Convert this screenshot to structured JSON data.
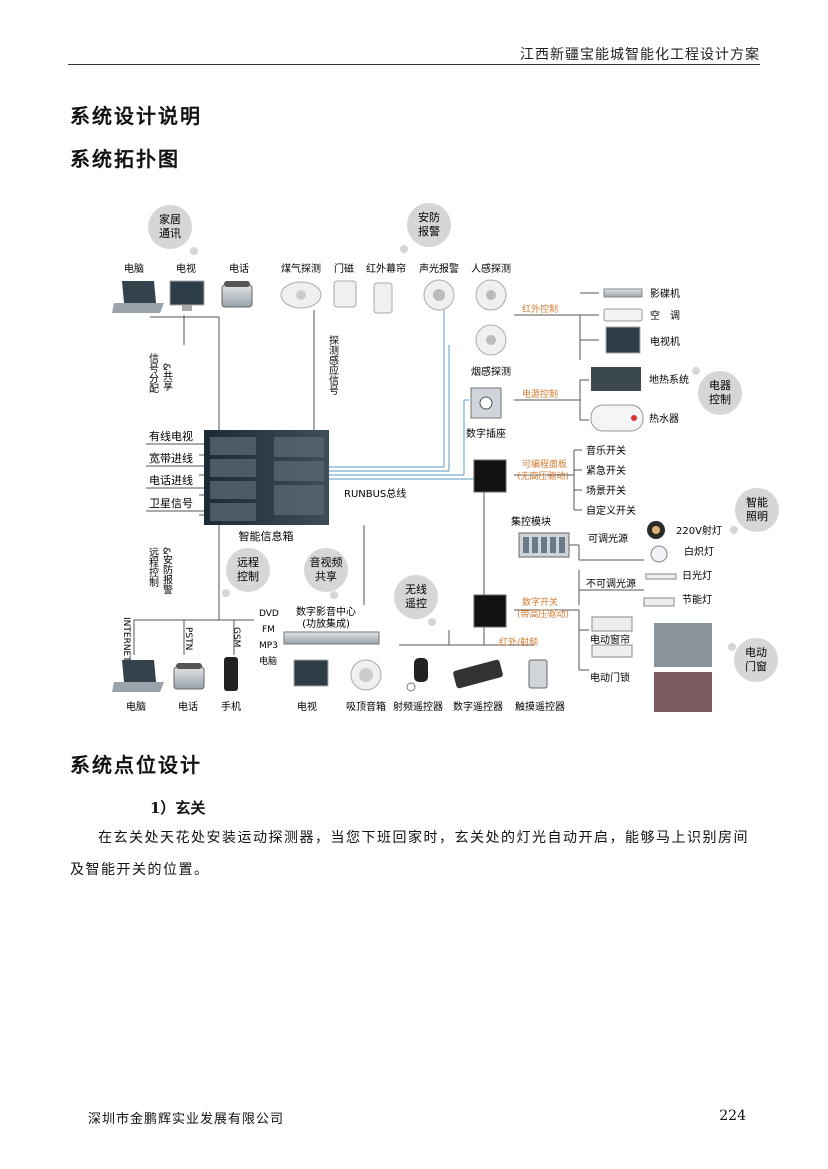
{
  "header": {
    "title": "江西新疆宝能城智能化工程设计方案"
  },
  "sections": {
    "design_title": "系统设计说明",
    "topology_title": "系统拓扑图",
    "points_title": "系统点位设计"
  },
  "diagram": {
    "bubbles": {
      "home_comm": [
        "家居",
        "通讯"
      ],
      "security": [
        "安防",
        "报警"
      ],
      "appliance": [
        "电器",
        "控制"
      ],
      "smart_light": [
        "智能",
        "照明"
      ],
      "remote": [
        "远程",
        "控制"
      ],
      "av_share": [
        "音视频",
        "共享"
      ],
      "wireless": [
        "无线",
        "遥控"
      ],
      "curtain": [
        "电动",
        "门窗"
      ]
    },
    "top_devices": [
      "电脑",
      "电视",
      "电话"
    ],
    "detectors": [
      "煤气探测",
      "门磁",
      "红外幕帘",
      "声光报警",
      "人感探测"
    ],
    "smoke": "烟感探测",
    "vertical_left_top": [
      "信号分配",
      "&共享"
    ],
    "vertical_mid_top": [
      "探测感应信号"
    ],
    "ir_control": "红外控制",
    "appliances_ir": [
      "影碟机",
      "空　调",
      "电视机"
    ],
    "power_control": "电源控制",
    "socket": "数字插座",
    "heating": [
      "地热系统",
      "热水器"
    ],
    "left_inputs": [
      "有线电视",
      "宽带进线",
      "电话进线",
      "卫星信号"
    ],
    "info_box": "智能信息箱",
    "runbus": "RUNBUS总线",
    "prog_panel": [
      "可编程面板",
      "(无高压驱动)"
    ],
    "switches": [
      "音乐开关",
      "紧急开关",
      "场景开关",
      "自定义开关"
    ],
    "central_module": "集控模块",
    "dimmable": "可调光源",
    "non_dimmable": "不可调光源",
    "lights": [
      "220V射灯",
      "白炽灯",
      "日光灯",
      "节能灯"
    ],
    "digital_switch": [
      "数字开关",
      "(带高压驱动)"
    ],
    "ir_rf": "红外/射频",
    "curtain_devices": [
      "电动窗帘",
      "电动门锁"
    ],
    "vertical_left_bottom": [
      "远程控制",
      "&安防报警"
    ],
    "lines": [
      "INTERNET",
      "PSTN",
      "GSM"
    ],
    "bottom_left_devices": [
      "电脑",
      "电话",
      "手机"
    ],
    "av_center": [
      "数字影音中心",
      "(功放集成)"
    ],
    "av_inputs": [
      "DVD",
      "FM",
      "MP3",
      "电脑"
    ],
    "av_outputs": [
      "电视",
      "吸顶音箱"
    ],
    "remotes": [
      "射频遥控器",
      "数字遥控器",
      "触摸遥控器"
    ]
  },
  "item1": {
    "label": "1）玄关"
  },
  "paragraph": "在玄关处天花处安装运动探测器，当您下班回家时，玄关处的灯光自动开启，能够马上识别房间及智能开关的位置。",
  "footer": {
    "company": "深圳市金鹏辉实业发展有限公司",
    "page": "224"
  }
}
